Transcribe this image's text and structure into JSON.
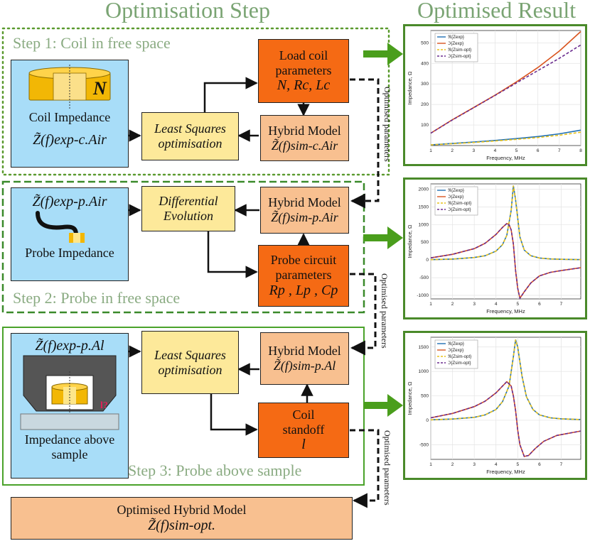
{
  "headers": {
    "left": "Optimisation Step",
    "right": "Optimised Result"
  },
  "steps": [
    {
      "label": "Step 1: Coil in free space"
    },
    {
      "label": "Step 2: Probe in free space"
    },
    {
      "label": "Step 3: Probe above sample"
    }
  ],
  "step1": {
    "coil_symbol": "N",
    "coil_caption": "Coil Impedance",
    "measured": "Z̃(f)exp-c.Air",
    "solver": [
      "Least Squares",
      "optimisation"
    ],
    "model_title": "Hybrid Model",
    "model_expr": "Z̃(f)sim-c.Air",
    "params_title": [
      "Load coil",
      "parameters"
    ],
    "params_expr": "N, Rc, Lc"
  },
  "step2": {
    "measured": "Z̃(f)exp-p.Air",
    "caption": "Probe Impedance",
    "solver": [
      "Differential",
      "Evolution"
    ],
    "model_title": "Hybrid Model",
    "model_expr": "Z̃(f)sim-p.Air",
    "params_title": [
      "Probe circuit",
      "parameters"
    ],
    "params_expr": "Rp , Lp , Cp"
  },
  "step3": {
    "measured": "Z̃(f)exp-p.Al",
    "caption": [
      "Impedance above",
      "sample"
    ],
    "marker": "l?",
    "solver": [
      "Least Squares",
      "optimisation"
    ],
    "model_title": "Hybrid Model",
    "model_expr": "Z̃(f)sim-p.Al",
    "params_title": [
      "Coil",
      "standoff"
    ],
    "params_expr": "l"
  },
  "final": {
    "title": "Optimised Hybrid Model",
    "expr": "Z̃(f)sim-opt."
  },
  "link_label": "Optimised parameters",
  "colors": {
    "green": "#4a8a2a",
    "orange": "#f56a14",
    "blue": "#1f6fb4",
    "red": "#d9541e",
    "yellow": "#e8c21a",
    "purple": "#6a2c8e"
  },
  "chart_data": [
    {
      "type": "line",
      "xlabel": "Frequency, MHz",
      "ylabel": "Impedance, Ω",
      "xlim": [
        1,
        8
      ],
      "ylim": [
        0,
        560
      ],
      "xticks": [
        1,
        2,
        3,
        4,
        5,
        6,
        7,
        8
      ],
      "yticks": [
        100,
        200,
        300,
        400,
        500
      ],
      "legend_position": "top-left",
      "grid": true,
      "series": [
        {
          "name": "ℜ{Zexp}",
          "style": "solid",
          "color": "#1f6fb4",
          "x": [
            1,
            2,
            3,
            4,
            5,
            6,
            7,
            8
          ],
          "y": [
            3,
            10,
            17,
            25,
            34,
            44,
            57,
            75
          ]
        },
        {
          "name": "ℑ{Zexp}",
          "style": "solid",
          "color": "#d9541e",
          "x": [
            1,
            2,
            3,
            4,
            5,
            6,
            7,
            8
          ],
          "y": [
            60,
            125,
            185,
            245,
            310,
            380,
            460,
            555
          ]
        },
        {
          "name": "ℜ{Zsim-opt}",
          "style": "dashed",
          "color": "#e8c21a",
          "x": [
            1,
            2,
            3,
            4,
            5,
            6,
            7,
            8
          ],
          "y": [
            3,
            9,
            15,
            22,
            30,
            39,
            50,
            65
          ]
        },
        {
          "name": "ℑ{Zsim-opt}",
          "style": "dashed",
          "color": "#6a2c8e",
          "x": [
            1,
            2,
            3,
            4,
            5,
            6,
            7,
            8
          ],
          "y": [
            60,
            124,
            184,
            244,
            305,
            365,
            425,
            490
          ]
        }
      ]
    },
    {
      "type": "line",
      "xlabel": "Frequency, MHz",
      "ylabel": "Impedance, Ω",
      "xlim": [
        1,
        7.9
      ],
      "ylim": [
        -1100,
        2150
      ],
      "xticks": [
        1,
        2,
        3,
        4,
        5,
        6,
        7
      ],
      "yticks": [
        -1000,
        -500,
        0,
        500,
        1000,
        1500,
        2000
      ],
      "legend_position": "top-left",
      "grid": true,
      "series": [
        {
          "name": "ℜ{Zexp}",
          "style": "solid",
          "color": "#1f6fb4",
          "x": [
            1,
            2,
            3,
            3.5,
            4,
            4.3,
            4.5,
            4.7,
            4.8,
            4.9,
            5.1,
            5.3,
            5.6,
            6,
            6.5,
            7,
            7.9
          ],
          "y": [
            10,
            25,
            70,
            120,
            250,
            430,
            700,
            1400,
            2100,
            1700,
            650,
            280,
            120,
            55,
            30,
            20,
            10
          ]
        },
        {
          "name": "ℑ{Zexp}",
          "style": "solid",
          "color": "#d9541e",
          "x": [
            1,
            2,
            3,
            3.5,
            4,
            4.3,
            4.5,
            4.6,
            4.7,
            4.8,
            4.9,
            5,
            5.1,
            5.3,
            5.6,
            6,
            6.5,
            7,
            7.9
          ],
          "y": [
            60,
            160,
            320,
            470,
            720,
            920,
            1030,
            1000,
            850,
            450,
            -300,
            -800,
            -1080,
            -900,
            -650,
            -450,
            -350,
            -300,
            -220
          ]
        },
        {
          "name": "ℜ{Zsim-opt}",
          "style": "dashed",
          "color": "#e8c21a",
          "x": [
            1,
            2,
            3,
            3.5,
            4,
            4.3,
            4.5,
            4.7,
            4.8,
            4.9,
            5.1,
            5.3,
            5.6,
            6,
            6.5,
            7,
            7.9
          ],
          "y": [
            10,
            25,
            70,
            120,
            250,
            430,
            700,
            1400,
            2100,
            1700,
            650,
            280,
            120,
            55,
            30,
            20,
            10
          ]
        },
        {
          "name": "ℑ{Zsim-opt}",
          "style": "dashed",
          "color": "#6a2c8e",
          "x": [
            1,
            2,
            3,
            3.5,
            4,
            4.3,
            4.5,
            4.6,
            4.7,
            4.8,
            4.9,
            5,
            5.1,
            5.3,
            5.6,
            6,
            6.5,
            7,
            7.9
          ],
          "y": [
            60,
            160,
            320,
            470,
            720,
            920,
            1030,
            1000,
            850,
            450,
            -300,
            -800,
            -1080,
            -900,
            -650,
            -450,
            -350,
            -300,
            -220
          ]
        }
      ]
    },
    {
      "type": "line",
      "xlabel": "Frequency, MHz",
      "ylabel": "Impedance, Ω",
      "xlim": [
        1,
        7.9
      ],
      "ylim": [
        -800,
        1700
      ],
      "xticks": [
        1,
        2,
        3,
        4,
        5,
        6,
        7
      ],
      "yticks": [
        -500,
        0,
        500,
        1000,
        1500
      ],
      "legend_position": "top-left",
      "grid": true,
      "series": [
        {
          "name": "ℜ{Zexp}",
          "style": "solid",
          "color": "#1f6fb4",
          "x": [
            1,
            2,
            3,
            3.5,
            4,
            4.3,
            4.6,
            4.8,
            4.9,
            5,
            5.2,
            5.4,
            5.7,
            6,
            6.5,
            7,
            7.9
          ],
          "y": [
            10,
            25,
            60,
            110,
            220,
            380,
            700,
            1300,
            1650,
            1500,
            900,
            480,
            220,
            110,
            50,
            30,
            15
          ]
        },
        {
          "name": "ℑ{Zexp}",
          "style": "solid",
          "color": "#d9541e",
          "x": [
            1,
            2,
            3,
            3.5,
            4,
            4.3,
            4.5,
            4.7,
            4.8,
            4.9,
            5,
            5.1,
            5.3,
            5.5,
            5.8,
            6.2,
            6.8,
            7.9
          ],
          "y": [
            50,
            140,
            280,
            390,
            560,
            700,
            790,
            700,
            500,
            200,
            -200,
            -500,
            -740,
            -720,
            -580,
            -430,
            -310,
            -220
          ]
        },
        {
          "name": "ℜ{Zsim-opt}",
          "style": "dashed",
          "color": "#e8c21a",
          "x": [
            1,
            2,
            3,
            3.5,
            4,
            4.3,
            4.6,
            4.8,
            4.9,
            5,
            5.2,
            5.4,
            5.7,
            6,
            6.5,
            7,
            7.9
          ],
          "y": [
            10,
            25,
            60,
            110,
            220,
            380,
            700,
            1300,
            1650,
            1500,
            900,
            480,
            220,
            110,
            50,
            30,
            15
          ]
        },
        {
          "name": "ℑ{Zsim-opt}",
          "style": "dashed",
          "color": "#6a2c8e",
          "x": [
            1,
            2,
            3,
            3.5,
            4,
            4.3,
            4.5,
            4.7,
            4.8,
            4.9,
            5,
            5.1,
            5.3,
            5.5,
            5.8,
            6.2,
            6.8,
            7.9
          ],
          "y": [
            50,
            140,
            280,
            390,
            560,
            700,
            790,
            700,
            500,
            200,
            -200,
            -500,
            -740,
            -720,
            -580,
            -430,
            -310,
            -220
          ]
        }
      ]
    }
  ]
}
